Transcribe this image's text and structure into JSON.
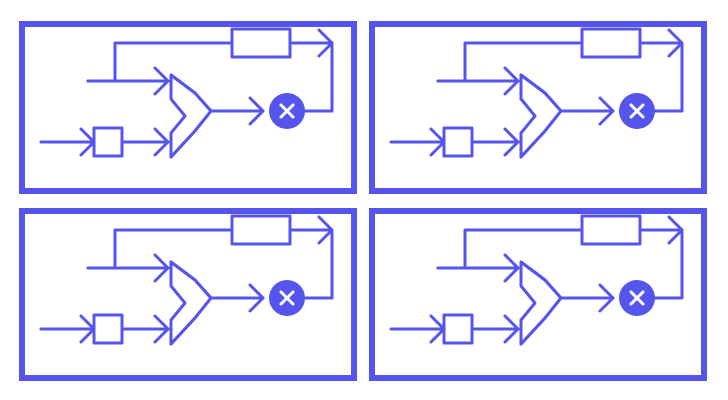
{
  "colors": {
    "accent": "#5555ee",
    "background": "#ffffff",
    "symbol": "#ffffff"
  },
  "diagram": {
    "panel_count": 4,
    "components": [
      "delay-block",
      "input-block",
      "comparator",
      "multiplier-node"
    ]
  }
}
